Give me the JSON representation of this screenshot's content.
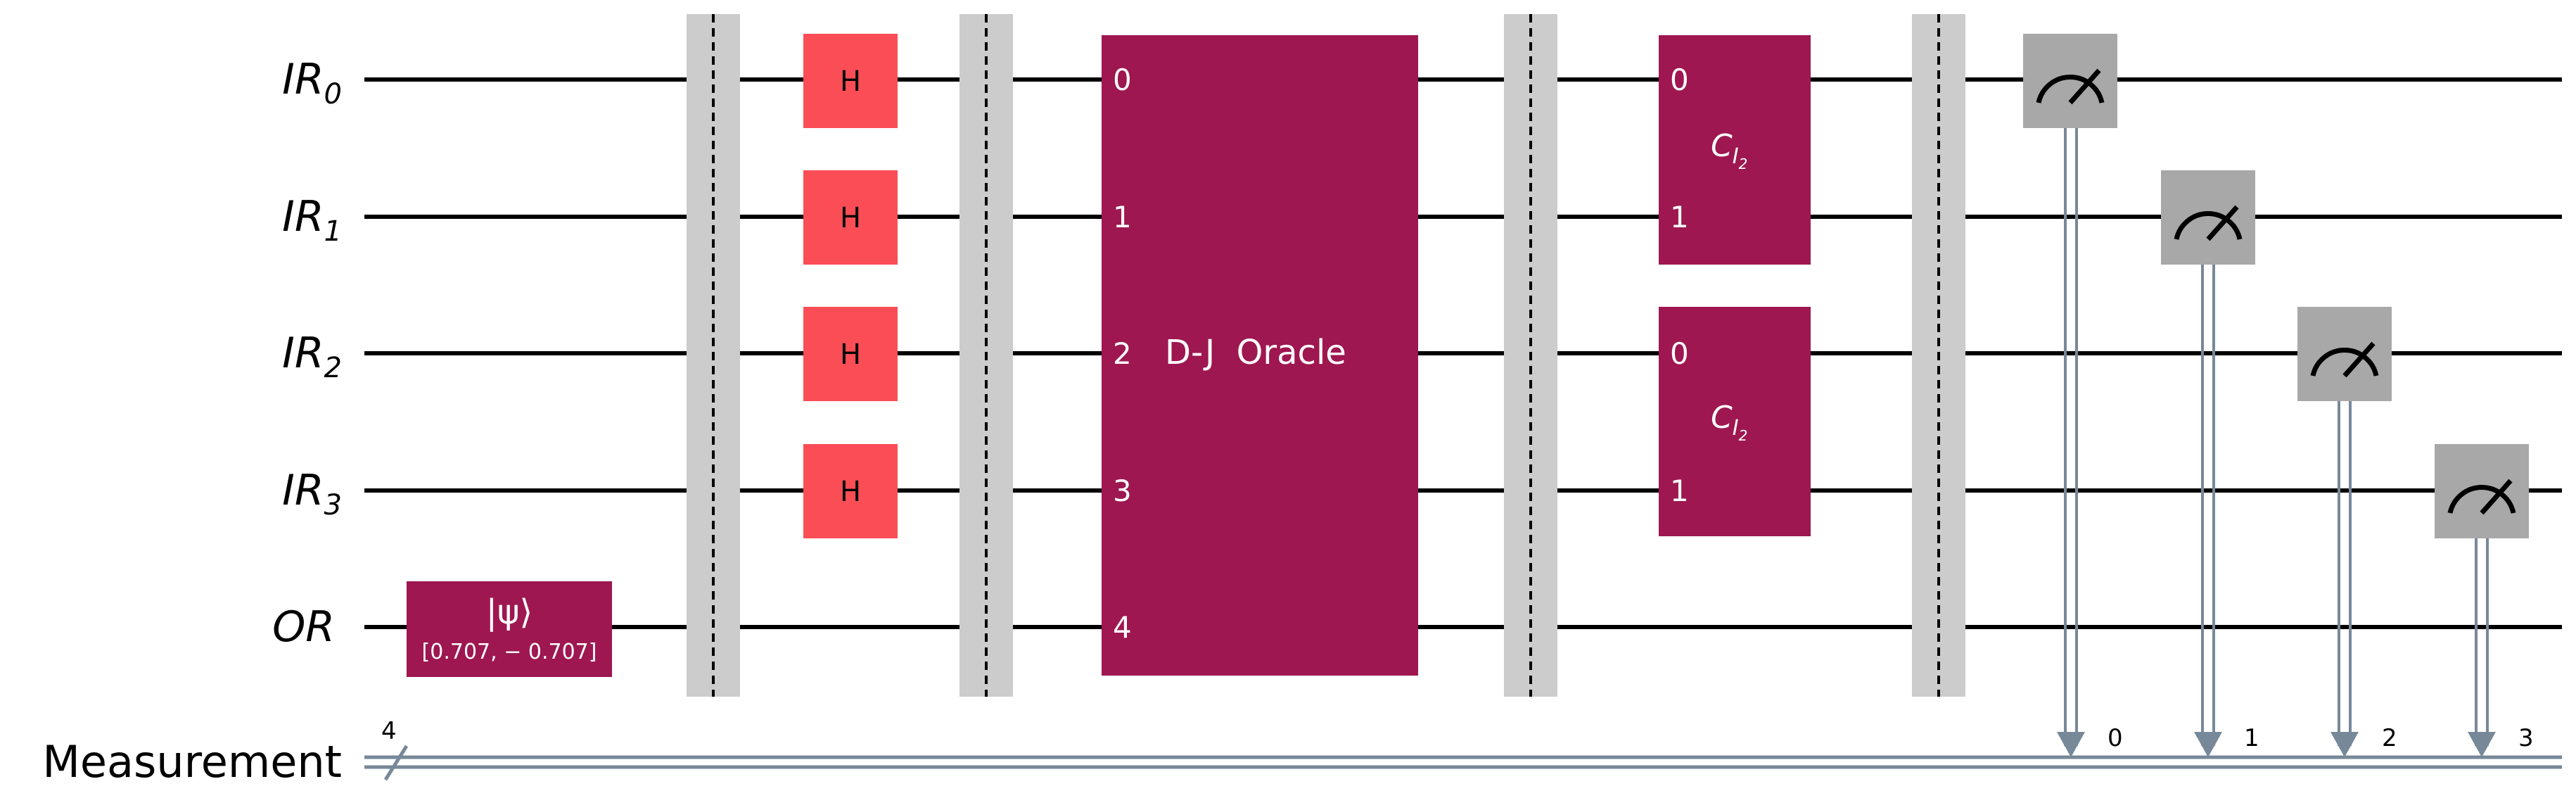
{
  "registers": [
    {
      "base": "IR",
      "sub": "0"
    },
    {
      "base": "IR",
      "sub": "1"
    },
    {
      "base": "IR",
      "sub": "2"
    },
    {
      "base": "IR",
      "sub": "3"
    },
    {
      "base": "OR",
      "sub": ""
    }
  ],
  "classical": {
    "label": "Measurement",
    "size": "4",
    "bits": [
      "0",
      "1",
      "2",
      "3"
    ]
  },
  "init_gate": {
    "label": "|ψ⟩",
    "params": "[0.707, − 0.707]"
  },
  "h_gate": {
    "label": "H"
  },
  "oracle": {
    "label": "D-J  Oracle",
    "pins": [
      "0",
      "1",
      "2",
      "3",
      "4"
    ]
  },
  "c_gates": [
    {
      "label": "C",
      "sub": "I",
      "subsub": "2",
      "pins": [
        "0",
        "1"
      ]
    },
    {
      "label": "C",
      "sub": "I",
      "subsub": "2",
      "pins": [
        "0",
        "1"
      ]
    }
  ],
  "colors": {
    "wire": "#000000",
    "classical": "#778899",
    "gate_purple": "#9e1750",
    "h_gate": "#fa4d56",
    "barrier": "#cccccc",
    "measure": "#a8a8a8"
  }
}
